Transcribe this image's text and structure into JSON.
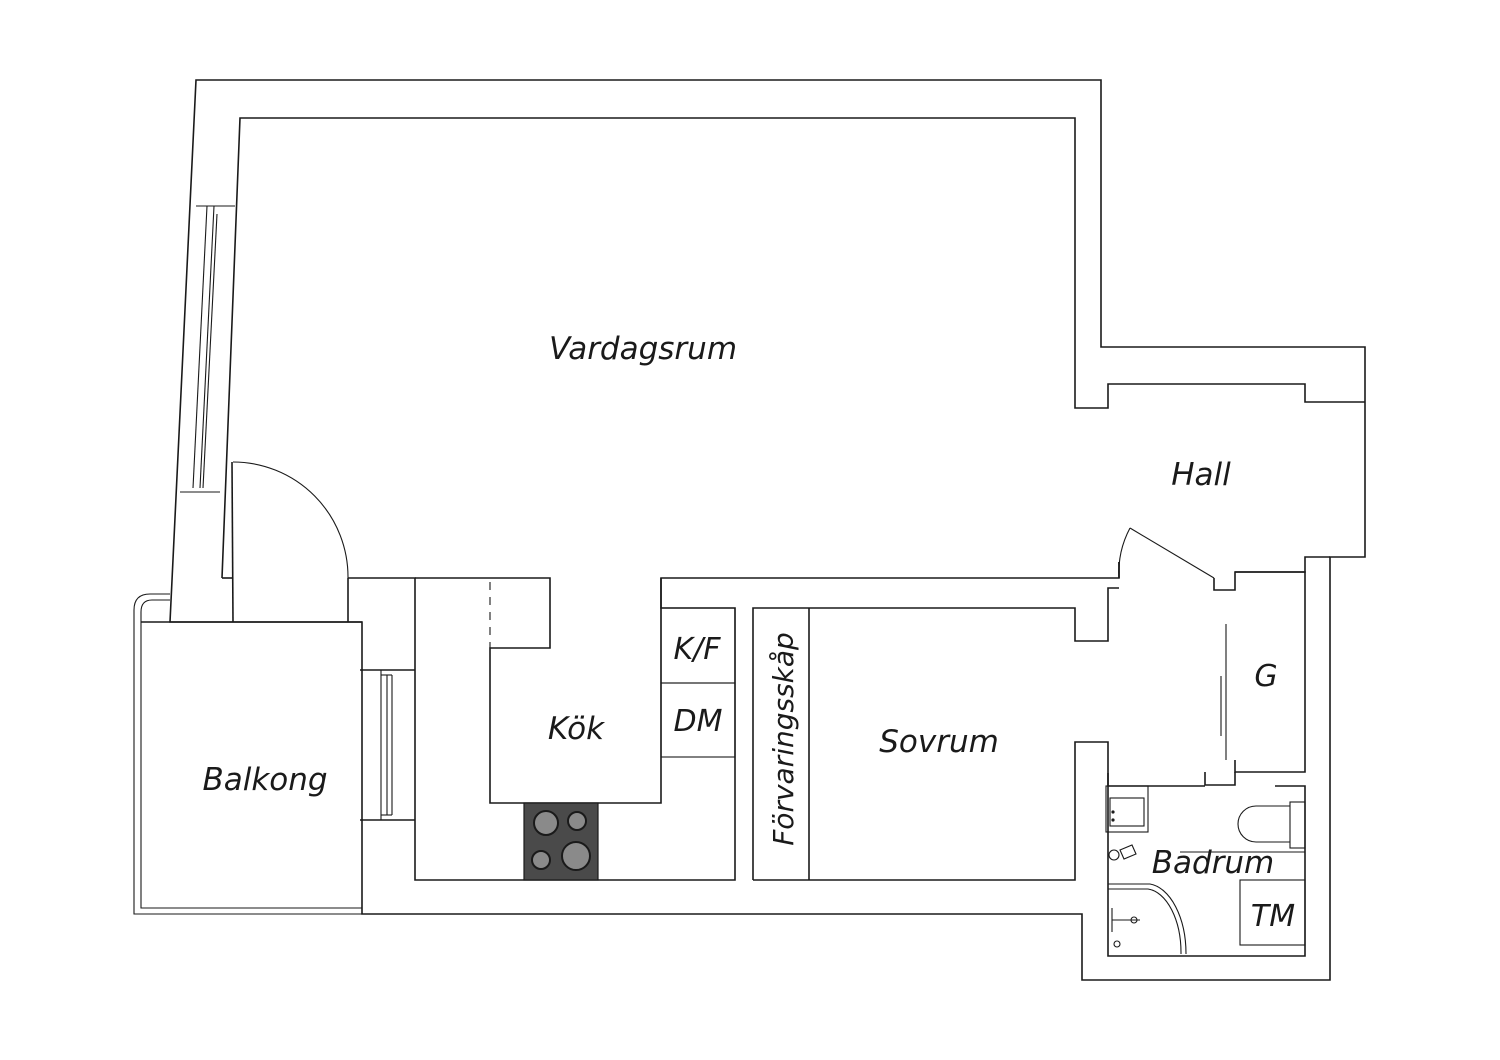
{
  "rooms": {
    "living": "Vardagsrum",
    "hall": "Hall",
    "kitchen": "Kök",
    "bedroom": "Sovrum",
    "balcony": "Balkong",
    "bathroom": "Badrum",
    "storage": "Förvaringsskåp"
  },
  "appliances": {
    "fridge_freezer": "K/F",
    "dishwasher": "DM",
    "wardrobe": "G",
    "washer": "TM"
  },
  "colors": {
    "lines": "#1a1a1a",
    "stove": "#4a4a4a",
    "burner": "#8a8a8a"
  }
}
